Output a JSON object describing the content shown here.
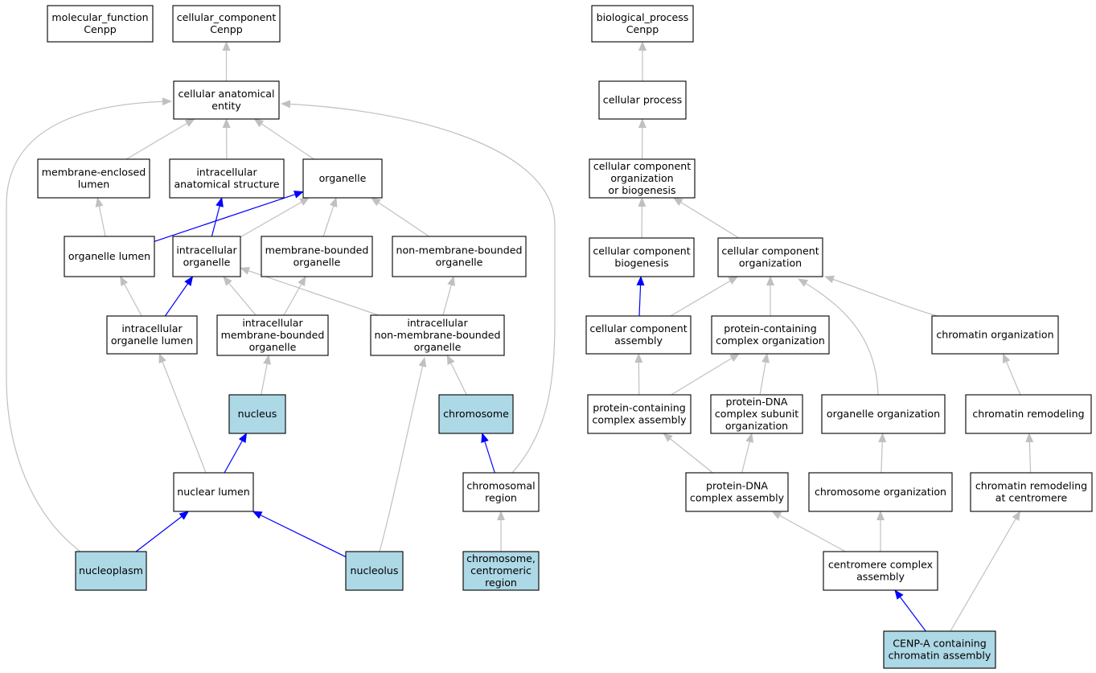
{
  "colors": {
    "highlight_fill": "#add8e6",
    "default_fill": "#ffffff",
    "border": "#000000",
    "edge_grey": "#c0c0c0",
    "edge_blue": "#0000ff"
  },
  "nodes": [
    {
      "id": "mf",
      "lines": [
        "molecular_function",
        "Cenpp"
      ],
      "highlight": false
    },
    {
      "id": "cc",
      "lines": [
        "cellular_component",
        "Cenpp"
      ],
      "highlight": false
    },
    {
      "id": "bp",
      "lines": [
        "biological_process",
        "Cenpp"
      ],
      "highlight": false
    },
    {
      "id": "cae",
      "lines": [
        "cellular anatomical",
        "entity"
      ],
      "highlight": false
    },
    {
      "id": "cp",
      "lines": [
        "cellular process"
      ],
      "highlight": false
    },
    {
      "id": "mel",
      "lines": [
        "membrane-enclosed",
        "lumen"
      ],
      "highlight": false
    },
    {
      "id": "ias",
      "lines": [
        "intracellular",
        "anatomical structure"
      ],
      "highlight": false
    },
    {
      "id": "org",
      "lines": [
        "organelle"
      ],
      "highlight": false
    },
    {
      "id": "ccob",
      "lines": [
        "cellular component",
        "organization",
        "or biogenesis"
      ],
      "highlight": false
    },
    {
      "id": "ol",
      "lines": [
        "organelle lumen"
      ],
      "highlight": false
    },
    {
      "id": "io",
      "lines": [
        "intracellular",
        "organelle"
      ],
      "highlight": false
    },
    {
      "id": "mbo",
      "lines": [
        "membrane-bounded",
        "organelle"
      ],
      "highlight": false
    },
    {
      "id": "nmbo",
      "lines": [
        "non-membrane-bounded",
        "organelle"
      ],
      "highlight": false
    },
    {
      "id": "ccb",
      "lines": [
        "cellular component",
        "biogenesis"
      ],
      "highlight": false
    },
    {
      "id": "cco",
      "lines": [
        "cellular component",
        "organization"
      ],
      "highlight": false
    },
    {
      "id": "iol",
      "lines": [
        "intracellular",
        "organelle lumen"
      ],
      "highlight": false
    },
    {
      "id": "imbo",
      "lines": [
        "intracellular",
        "membrane-bounded",
        "organelle"
      ],
      "highlight": false
    },
    {
      "id": "inmbo",
      "lines": [
        "intracellular",
        "non-membrane-bounded",
        "organelle"
      ],
      "highlight": false
    },
    {
      "id": "cca",
      "lines": [
        "cellular component",
        "assembly"
      ],
      "highlight": false
    },
    {
      "id": "pcco",
      "lines": [
        "protein-containing",
        "complex organization"
      ],
      "highlight": false
    },
    {
      "id": "chro",
      "lines": [
        "chromatin organization"
      ],
      "highlight": false
    },
    {
      "id": "nuc",
      "lines": [
        "nucleus"
      ],
      "highlight": true
    },
    {
      "id": "chr",
      "lines": [
        "chromosome"
      ],
      "highlight": true
    },
    {
      "id": "pcca",
      "lines": [
        "protein-containing",
        "complex assembly"
      ],
      "highlight": false
    },
    {
      "id": "pdcso",
      "lines": [
        "protein-DNA",
        "complex subunit",
        "organization"
      ],
      "highlight": false
    },
    {
      "id": "oo",
      "lines": [
        "organelle organization"
      ],
      "highlight": false
    },
    {
      "id": "chrr",
      "lines": [
        "chromatin remodeling"
      ],
      "highlight": false
    },
    {
      "id": "nl",
      "lines": [
        "nuclear lumen"
      ],
      "highlight": false
    },
    {
      "id": "cr",
      "lines": [
        "chromosomal",
        "region"
      ],
      "highlight": false
    },
    {
      "id": "pdca",
      "lines": [
        "protein-DNA",
        "complex assembly"
      ],
      "highlight": false
    },
    {
      "id": "cho",
      "lines": [
        "chromosome organization"
      ],
      "highlight": false
    },
    {
      "id": "chrrc",
      "lines": [
        "chromatin remodeling",
        "at centromere"
      ],
      "highlight": false
    },
    {
      "id": "np",
      "lines": [
        "nucleoplasm"
      ],
      "highlight": true
    },
    {
      "id": "no",
      "lines": [
        "nucleolus"
      ],
      "highlight": true
    },
    {
      "id": "ccr",
      "lines": [
        "chromosome,",
        "centromeric",
        "region"
      ],
      "highlight": true
    },
    {
      "id": "cca2",
      "lines": [
        "centromere complex",
        "assembly"
      ],
      "highlight": false
    },
    {
      "id": "cenpa",
      "lines": [
        "CENP-A containing",
        "chromatin assembly"
      ],
      "highlight": true
    }
  ],
  "edges": [
    {
      "from": "cae",
      "to": "cc",
      "kind": "is_a"
    },
    {
      "from": "cp",
      "to": "bp",
      "kind": "is_a"
    },
    {
      "from": "mel",
      "to": "cae",
      "kind": "is_a"
    },
    {
      "from": "ias",
      "to": "cae",
      "kind": "is_a"
    },
    {
      "from": "org",
      "to": "cae",
      "kind": "is_a"
    },
    {
      "from": "ccob",
      "to": "cp",
      "kind": "is_a"
    },
    {
      "from": "ol",
      "to": "mel",
      "kind": "is_a"
    },
    {
      "from": "ol",
      "to": "org",
      "kind": "part_of"
    },
    {
      "from": "io",
      "to": "ias",
      "kind": "part_of"
    },
    {
      "from": "io",
      "to": "org",
      "kind": "is_a"
    },
    {
      "from": "mbo",
      "to": "org",
      "kind": "is_a"
    },
    {
      "from": "nmbo",
      "to": "org",
      "kind": "is_a"
    },
    {
      "from": "ccb",
      "to": "ccob",
      "kind": "is_a"
    },
    {
      "from": "cco",
      "to": "ccob",
      "kind": "is_a"
    },
    {
      "from": "iol",
      "to": "ol",
      "kind": "is_a"
    },
    {
      "from": "iol",
      "to": "io",
      "kind": "part_of"
    },
    {
      "from": "imbo",
      "to": "io",
      "kind": "is_a"
    },
    {
      "from": "imbo",
      "to": "mbo",
      "kind": "is_a"
    },
    {
      "from": "inmbo",
      "to": "io",
      "kind": "is_a"
    },
    {
      "from": "inmbo",
      "to": "nmbo",
      "kind": "is_a"
    },
    {
      "from": "cca",
      "to": "ccb",
      "kind": "part_of"
    },
    {
      "from": "cca",
      "to": "cco",
      "kind": "is_a"
    },
    {
      "from": "pcco",
      "to": "cco",
      "kind": "is_a"
    },
    {
      "from": "chro",
      "to": "cco",
      "kind": "is_a"
    },
    {
      "from": "nuc",
      "to": "imbo",
      "kind": "is_a"
    },
    {
      "from": "chr",
      "to": "inmbo",
      "kind": "is_a"
    },
    {
      "from": "pcca",
      "to": "cca",
      "kind": "is_a"
    },
    {
      "from": "pcca",
      "to": "pcco",
      "kind": "is_a"
    },
    {
      "from": "pdcso",
      "to": "pcco",
      "kind": "is_a"
    },
    {
      "from": "oo",
      "to": "cco",
      "kind": "is_a"
    },
    {
      "from": "chrr",
      "to": "chro",
      "kind": "is_a"
    },
    {
      "from": "nl",
      "to": "iol",
      "kind": "is_a"
    },
    {
      "from": "nl",
      "to": "nuc",
      "kind": "part_of"
    },
    {
      "from": "cr",
      "to": "cae",
      "kind": "is_a"
    },
    {
      "from": "cr",
      "to": "chr",
      "kind": "part_of"
    },
    {
      "from": "pdca",
      "to": "pcca",
      "kind": "is_a"
    },
    {
      "from": "pdca",
      "to": "pdcso",
      "kind": "is_a"
    },
    {
      "from": "cho",
      "to": "oo",
      "kind": "is_a"
    },
    {
      "from": "chrrc",
      "to": "chrr",
      "kind": "is_a"
    },
    {
      "from": "np",
      "to": "cae",
      "kind": "is_a"
    },
    {
      "from": "np",
      "to": "nl",
      "kind": "part_of"
    },
    {
      "from": "no",
      "to": "inmbo",
      "kind": "is_a"
    },
    {
      "from": "no",
      "to": "nl",
      "kind": "part_of"
    },
    {
      "from": "ccr",
      "to": "cr",
      "kind": "is_a"
    },
    {
      "from": "cca2",
      "to": "pdca",
      "kind": "is_a"
    },
    {
      "from": "cca2",
      "to": "cho",
      "kind": "is_a"
    },
    {
      "from": "cenpa",
      "to": "cca2",
      "kind": "part_of"
    },
    {
      "from": "cenpa",
      "to": "chrrc",
      "kind": "is_a"
    }
  ]
}
